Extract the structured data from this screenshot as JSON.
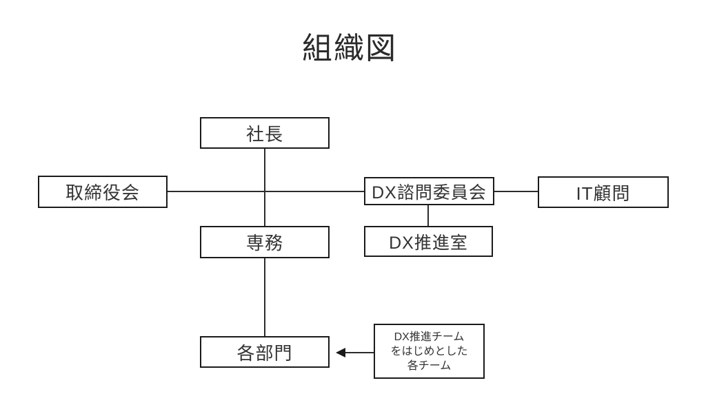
{
  "title": "組織図",
  "nodes": {
    "president": {
      "label": "社長"
    },
    "board": {
      "label": "取締役会"
    },
    "dx_advisory": {
      "label": "DX諮問委員会"
    },
    "it_advisor": {
      "label": "IT顧問"
    },
    "senmu": {
      "label": "専務"
    },
    "dx_office": {
      "label": "DX推進室"
    },
    "departments": {
      "label": "各部門"
    },
    "annotation": {
      "lines": [
        "DX推進チーム",
        "をはじめとした",
        "各チーム"
      ]
    }
  },
  "edges": [
    {
      "from": "社長",
      "to": "専務",
      "style": "line"
    },
    {
      "from": "取締役会",
      "to": "DX諮問委員会",
      "style": "line"
    },
    {
      "from": "DX諮問委員会",
      "to": "IT顧問",
      "style": "line"
    },
    {
      "from": "DX諮問委員会",
      "to": "DX推進室",
      "style": "line"
    },
    {
      "from": "専務",
      "to": "各部門",
      "style": "line"
    },
    {
      "from": "DX推進チームをはじめとした各チーム",
      "to": "各部門",
      "style": "arrow"
    }
  ],
  "colors": {
    "background": "#ffffff",
    "border": "#1a1a1a",
    "line": "#2b2b2b",
    "text": "#333333"
  }
}
